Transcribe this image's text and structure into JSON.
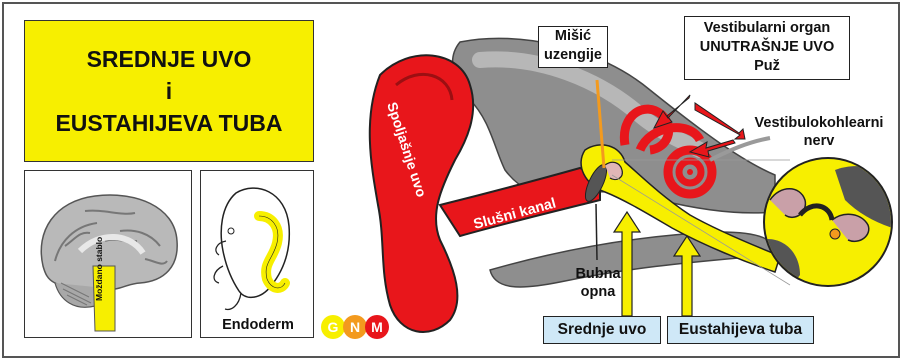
{
  "title": {
    "line1": "SREDNJE UVO",
    "line2": "i",
    "line3": "EUSTAHIJEVA TUBA"
  },
  "brain_panel": {
    "label": "Moždano stablo"
  },
  "embryo_panel": {
    "label": "Endoderm"
  },
  "logo": {
    "letters": [
      "G",
      "N",
      "M"
    ]
  },
  "ear": {
    "outer_ear_label": "Spoljašnje uvo",
    "canal_label": "Slušni kanal",
    "stapedius_label": [
      "Mišić",
      "uzengije"
    ],
    "inner_ear_label": [
      "Vestibularni organ",
      "UNUTRAŠNJE UVO",
      "Puž"
    ],
    "nerve_label": [
      "Vestibulokohlearni",
      "nerv"
    ],
    "eardrum_label": [
      "Bubna",
      "opna"
    ],
    "middle_ear_label": "Srednje uvo",
    "eustachian_label": "Eustahijeva tuba"
  },
  "colors": {
    "yellow": "#f7ef00",
    "red": "#e8161b",
    "grey": "#8a8a8a",
    "light_blue": "#cfe8f7"
  }
}
